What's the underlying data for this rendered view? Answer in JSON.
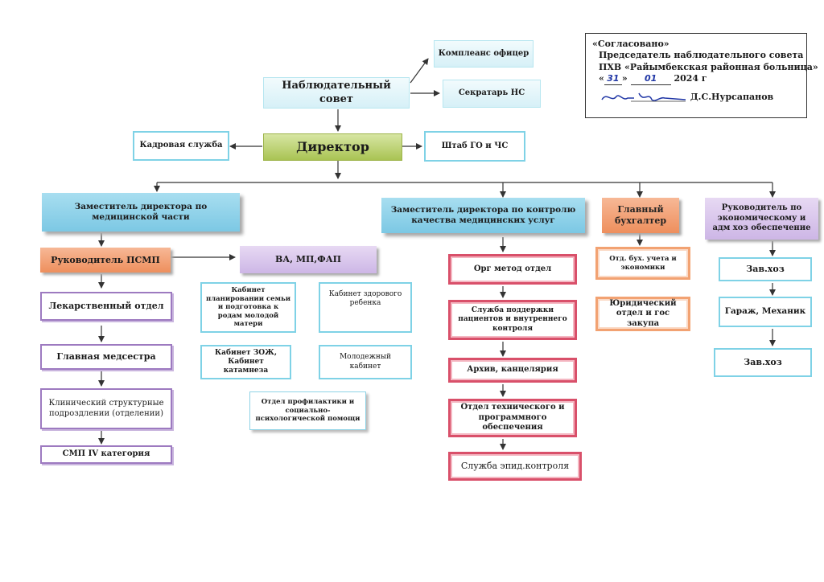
{
  "approval": {
    "agreed": "«Согласовано»",
    "line1": "Председатель наблюдательного совета",
    "line2": "ПХВ «Райымбекская районная больница»",
    "quote_open": "«",
    "day": "31",
    "quote_close": "»",
    "month": "01",
    "year": "2024 г",
    "signatory": "Д.С.Нурсапанов"
  },
  "org": {
    "supervisory_board": "Наблюдательный совет",
    "compliance_officer": "Комплеанс офицер",
    "board_secretary": "Секратарь НС",
    "director": "Директор",
    "hr_service": "Кадровая служба",
    "civil_defense_hq": "Штаб ГО  и ЧС",
    "deputy_medical": "Заместитель  директора по медицинской части",
    "head_psmp": "Руководитель ПСМП",
    "va_mp_fap": "ВА, МП,ФАП",
    "pharmacy_dept": "Лекарственный отдел",
    "head_nurse": "Главная медсестра",
    "clinical_units": "Клинический структурные подроздлении (отделении)",
    "smp_category": "СМП  IV категория",
    "family_planning": "Кабинет планировании семьи и подготовка к родам молодой матери",
    "healthy_child": "Кабинет здорового ребенка",
    "zozh_catamnesis": "Кабинет ЗОЖ, Кабинет катамнеза",
    "youth_cabinet": "Молодежный кабинет",
    "prevention_dept": "Отдел  профилактики и социально-психологической помощи",
    "deputy_quality": "Заместитель директора по контролю качества медицинских услуг",
    "org_method": "Орг метод отдел",
    "patient_support": "Служба поддержки пациентов и внутреннего контроля",
    "archive": "Архив, канцелярия",
    "tech_software": "Отдел технического и программного обеспечения",
    "epid_control": "Служба эпид.контроля",
    "chief_accountant": "Главный бухгалтер",
    "accounting_dept": "Отд. бух. учета и экономики",
    "legal_procurement": "Юридический отдел и гос закупа",
    "head_economic": "Руководитель по экономическому и адм хоз обеспечение",
    "zavhoz_1": "Зав.хоз",
    "garage_mechanic": "Гараж, Механик",
    "zavhoz_2": "Зав.хоз"
  },
  "colors": {
    "cyan_border": "#7fd2e6",
    "director_green": "#a9c353",
    "psmp_orange": "#ee8f5d",
    "purple_border": "#9d7ac0",
    "red_border": "#d9506a",
    "orange_border": "#f2a272",
    "ink_blue": "#2238a6"
  }
}
